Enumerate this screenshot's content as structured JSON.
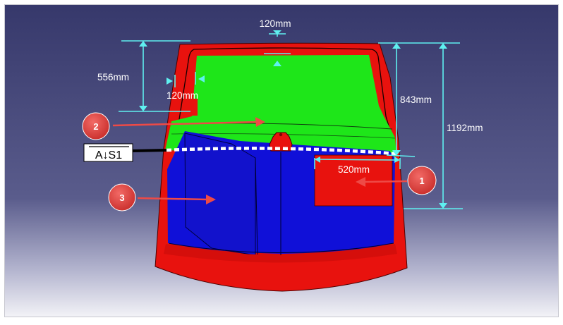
{
  "dimensions": {
    "top_width": "120mm",
    "left_height": "556mm",
    "side_width": "120mm",
    "right_inner_height": "843mm",
    "right_outer_height": "1192mm",
    "panel_width": "520mm"
  },
  "section_label": "A↓S1",
  "callouts": [
    "1",
    "2",
    "3"
  ],
  "colors": {
    "body": "#e8120e",
    "glass": "#1ee619",
    "lower_panel": "#1010d8",
    "dimension": "#5ff0f0",
    "callout": "#e0403c",
    "background_top": "#36386b",
    "background_bottom": "#f3f3f7"
  }
}
